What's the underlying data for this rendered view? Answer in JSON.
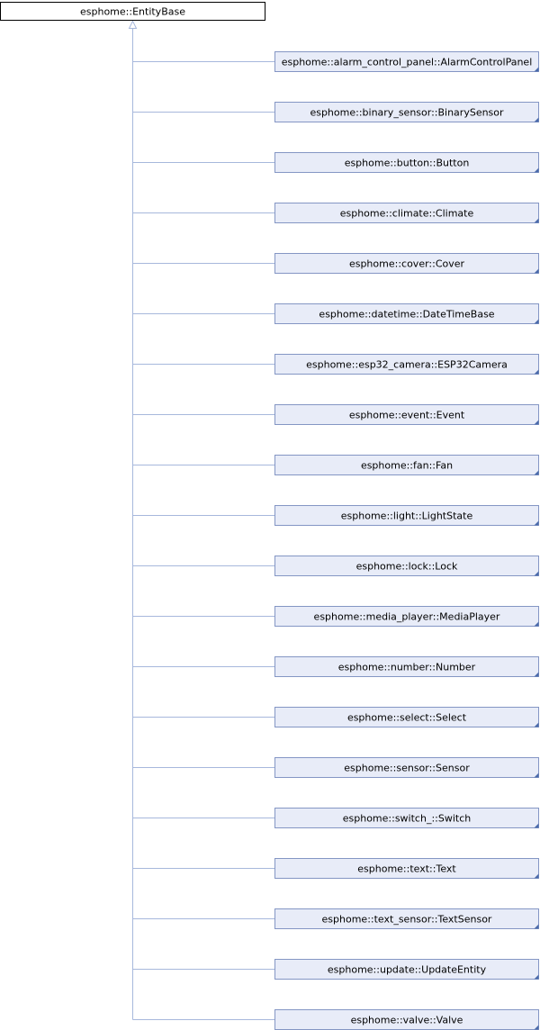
{
  "diagram": {
    "base_class": {
      "label": "esphome::EntityBase"
    },
    "derived_classes": [
      {
        "label": "esphome::alarm_control_panel::AlarmControlPanel"
      },
      {
        "label": "esphome::binary_sensor::BinarySensor"
      },
      {
        "label": "esphome::button::Button"
      },
      {
        "label": "esphome::climate::Climate"
      },
      {
        "label": "esphome::cover::Cover"
      },
      {
        "label": "esphome::datetime::DateTimeBase"
      },
      {
        "label": "esphome::esp32_camera::ESP32Camera"
      },
      {
        "label": "esphome::event::Event"
      },
      {
        "label": "esphome::fan::Fan"
      },
      {
        "label": "esphome::light::LightState"
      },
      {
        "label": "esphome::lock::Lock"
      },
      {
        "label": "esphome::media_player::MediaPlayer"
      },
      {
        "label": "esphome::number::Number"
      },
      {
        "label": "esphome::select::Select"
      },
      {
        "label": "esphome::sensor::Sensor"
      },
      {
        "label": "esphome::switch_::Switch"
      },
      {
        "label": "esphome::text::Text"
      },
      {
        "label": "esphome::text_sensor::TextSensor"
      },
      {
        "label": "esphome::update::UpdateEntity"
      },
      {
        "label": "esphome::valve::Valve"
      }
    ]
  },
  "colors": {
    "base_fill": "#ffffff",
    "base_stroke": "#000000",
    "derived_fill": "#e8ecf8",
    "derived_stroke": "#8496c4",
    "edge": "#a7b8dc",
    "corner": "#4a6aaa"
  }
}
